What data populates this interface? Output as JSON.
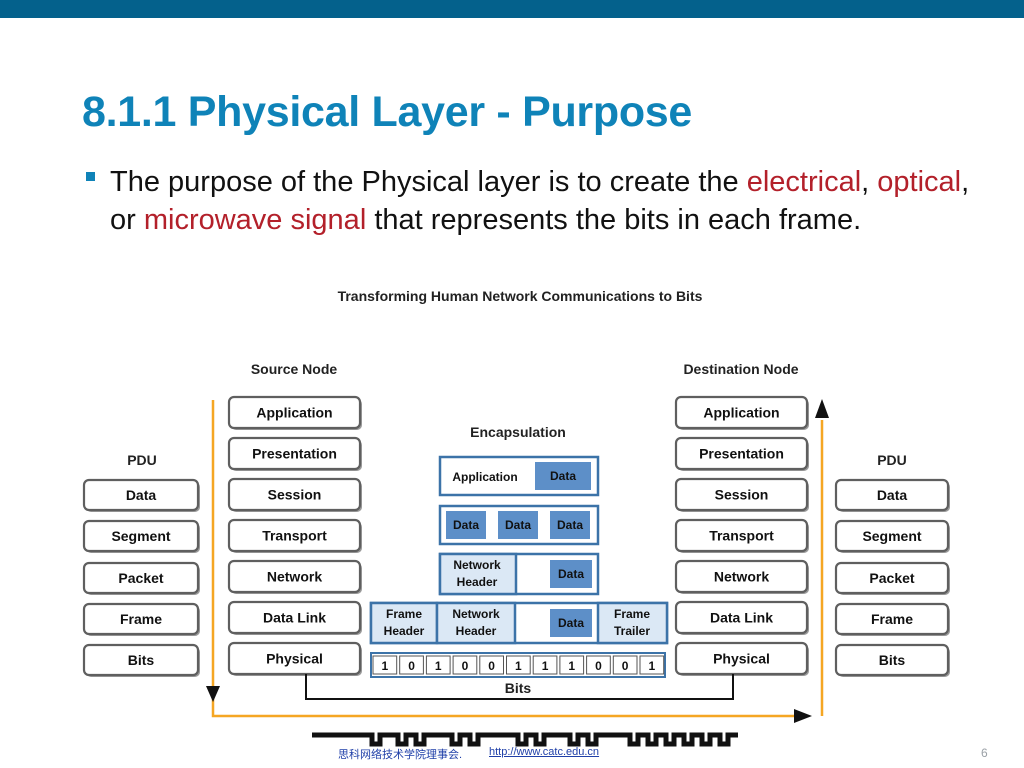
{
  "colors": {
    "accent": "#04618c",
    "title": "#0f83b8",
    "highlight": "#b3202a",
    "encap_blue": "#3c73a8",
    "data_box": "#5d8fc8",
    "arrow_orange": "#f5a623"
  },
  "slide": {
    "title": "8.1.1 Physical Layer - Purpose",
    "bullet": {
      "part1": "The purpose of the Physical layer is to create the ",
      "electrical": "electrical",
      "sep1": ", ",
      "optical": "optical",
      "sep2": ", or ",
      "microwave": "microwave signal",
      "part2": " that represents the bits in each frame."
    }
  },
  "diagram": {
    "title": "Transforming Human Network Communications to Bits",
    "source_node": "Source Node",
    "destination_node": "Destination Node",
    "encapsulation": "Encapsulation",
    "pdu_header": "PDU",
    "layers": [
      "Application",
      "Presentation",
      "Session",
      "Transport",
      "Network",
      "Data Link",
      "Physical"
    ],
    "pdus": [
      "Data",
      "Segment",
      "Packet",
      "Frame",
      "Bits"
    ],
    "encap": {
      "application": "Application",
      "data": "Data",
      "network_header": [
        "Network",
        "Header"
      ],
      "frame_header": [
        "Frame",
        "Header"
      ],
      "frame_trailer": [
        "Frame",
        "Trailer"
      ]
    },
    "bits": [
      "1",
      "0",
      "1",
      "0",
      "0",
      "1",
      "1",
      "1",
      "0",
      "0",
      "1"
    ],
    "bits_label": "Bits"
  },
  "footer": {
    "org": "思科网络技术学院理事会.",
    "url": "http://www.catc.edu.cn",
    "page": "6"
  }
}
